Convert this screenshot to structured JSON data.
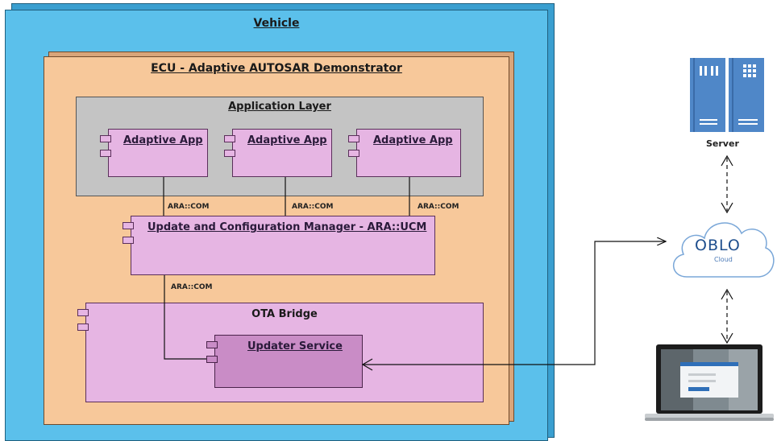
{
  "vehicle": {
    "title": "Vehicle"
  },
  "ecu": {
    "title": "ECU - Adaptive AUTOSAR Demonstrator"
  },
  "application_layer": {
    "title": "Application Layer",
    "apps": [
      {
        "label": "Adaptive App"
      },
      {
        "label": "Adaptive App"
      },
      {
        "label": "Adaptive App"
      }
    ]
  },
  "connections": {
    "app1": "ARA::COM",
    "app2": "ARA::COM",
    "app3": "ARA::COM",
    "ucm_to_ota": "ARA::COM"
  },
  "ucm": {
    "title": "Update and Configuration Manager - ARA::UCM"
  },
  "ota_bridge": {
    "title": "OTA Bridge",
    "updater_service": {
      "title": "Updater Service"
    }
  },
  "server": {
    "label": "Server"
  },
  "cloud": {
    "logo": "OBLO",
    "subtitle": "Cloud"
  },
  "colors": {
    "vehicle": "#5bc0eb",
    "ecu": "#f7c89a",
    "application_layer": "#c4c4c4",
    "component": "#e6b5e3",
    "updater_service": "#c98cc6",
    "server": "#4f87c8"
  }
}
